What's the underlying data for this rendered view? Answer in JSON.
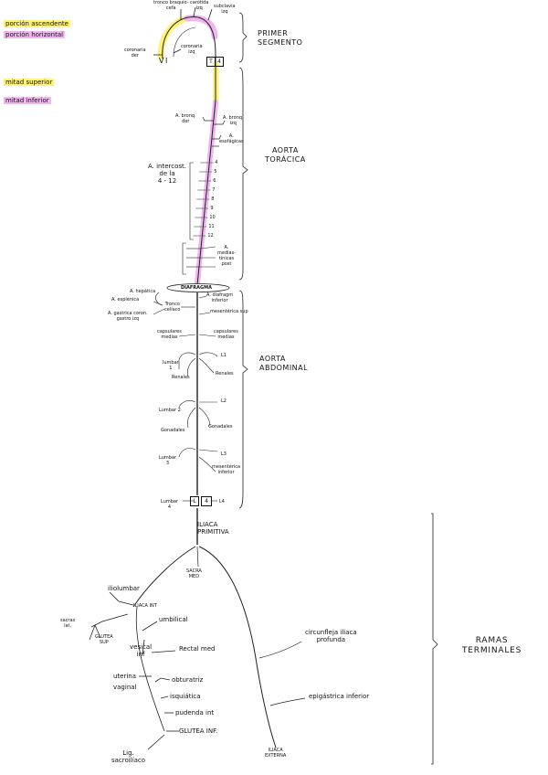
{
  "legend": {
    "ascending": "porción ascendente",
    "horizontal": "porción horizontal",
    "upper_half": "mitad superior",
    "lower_half": "mitad inferior",
    "colors": {
      "yellow": "#fff27a",
      "pink": "#efb6ef"
    }
  },
  "arch": {
    "tronco": "tronco braquio-\ncefa",
    "carotida": "carótida\nizq",
    "subclavia": "subclavia\nizq",
    "coronaria_der": "coronaria\nder",
    "coronaria_izq": "coronaria\nizq",
    "vert_left": "V",
    "vert_right": "I",
    "box_t": "T",
    "box_4": "4"
  },
  "sections": {
    "primer": "PRIMER\nSEGMENTO",
    "toracica": "AORTA\nTORÁCICA",
    "abdominal": "AORTA\nABDOMINAL",
    "ramas": "RAMAS\nTERMINALES"
  },
  "thoracic": {
    "a_bronq_der": "A. bronq.\nder",
    "a_bronq_izq": "A. bronq.\nizq",
    "esofagicas": "A.\nesofágicas",
    "intercostales": "A. intercost.\nde la\n4 - 12",
    "numbers": [
      "4",
      "5",
      "6",
      "7",
      "8",
      "9",
      "10",
      "11",
      "12"
    ],
    "mediastinicas": "A.\nmedias-\ntínicas\npost"
  },
  "diafragma": "DIAFRAGMA",
  "abdominal_branches": {
    "hepatica": "A. hepática",
    "esplenica": "A. esplénica",
    "gastrica": "A. gastrica coron.\ngastro izq",
    "tronco_celiaco": "Tronco\ncelíaco",
    "diafragm_inf": "A. diafragm\ninferior",
    "mesenterica_sup": "mesentérica sup",
    "capsulares_l": "capsulares\nmedias",
    "capsulares_r": "capsulares\nmedias",
    "lumbar1": "lumbar\n1",
    "l1": "L1",
    "renales_l": "Renales",
    "renales_r": "Renales",
    "lumbar2": "Lumbar 2",
    "l2": "L2",
    "gonadales_l": "Gonadales",
    "gonadales_r": "Gonadales",
    "lumbar3": "Lumbar\n3",
    "l3": "L3",
    "mesenterica_inf": "mesentérica\ninferior",
    "lumbar4": "Lumbar\n4",
    "l4": "L4",
    "box_l": "L",
    "box_4": "4"
  },
  "terminal": {
    "iliaca_primitiva": "ILIACA\nPRIMITIVA",
    "sacra_med": "SACRA\nMED",
    "iliolumbar": "iliolumbar",
    "iliaca_int": "ILIACA INT",
    "sacras_lat": "sacras\nlat.",
    "glutea_sup": "GLUTEA\nSUP",
    "umbilical": "umbilical",
    "vesical_inf": "vesical\ninf",
    "rectal_med": "Rectal med",
    "uterina": "uterina",
    "vaginal": "vaginal",
    "obturatriz": "obturatriz",
    "isquiatica": "isquiática",
    "pudenda": "pudenda int",
    "glutea_inf": "GLUTEA INF.",
    "lig": "Lig.\nsacroilíaco",
    "circunfleja": "circunfleja iliaca\nprofunda",
    "epigastrica": "epigástrica inferior",
    "iliaca_externa": "ILIACA\nEXTERNA"
  }
}
